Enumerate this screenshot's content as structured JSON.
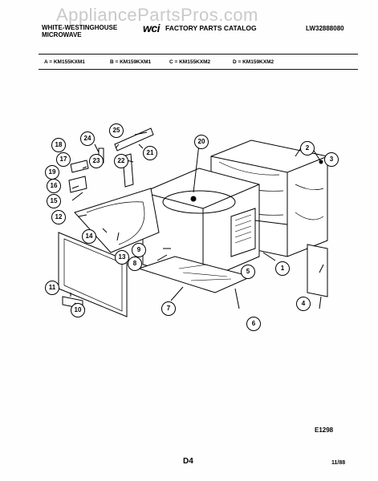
{
  "watermark": "AppliancePartsPros.com",
  "header": {
    "brand_line1": "WHITE-WESTINGHOUSE",
    "brand_line2": "MICROWAVE",
    "logo": "wci",
    "catalog_title": "FACTORY PARTS CATALOG",
    "catalog_number": "LW32888080"
  },
  "models": [
    "A = KM155KXM1",
    "B = KM159KXM1",
    "C = KM155KXM2",
    "D = KM159KXM2"
  ],
  "callouts": [
    "1",
    "2",
    "3",
    "4",
    "5",
    "6",
    "7",
    "8",
    "9",
    "10",
    "11",
    "12",
    "13",
    "14",
    "15",
    "16",
    "17",
    "18",
    "19",
    "20",
    "21",
    "22",
    "23",
    "24",
    "25"
  ],
  "footer": {
    "code": "E1298",
    "page": "D4",
    "date": "11/88"
  }
}
